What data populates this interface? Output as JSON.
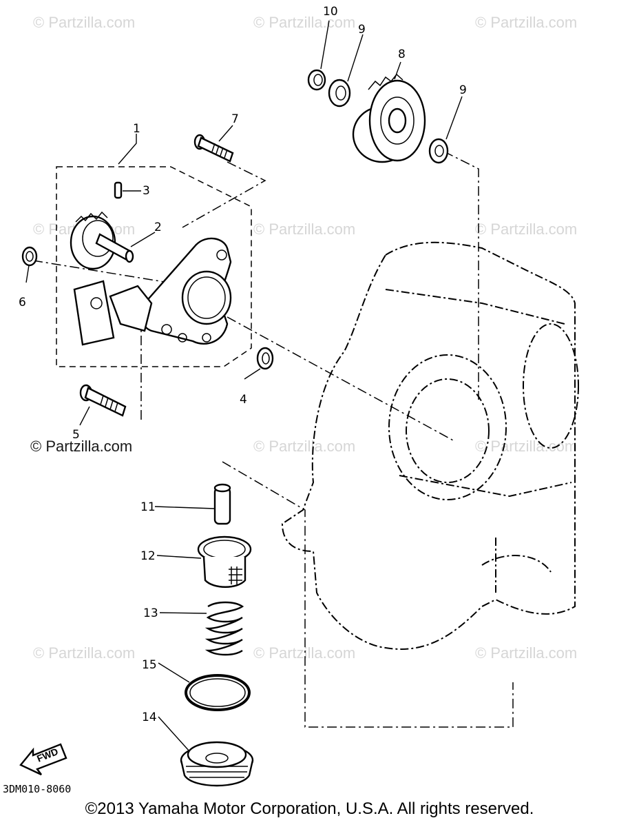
{
  "watermark": "© Partzilla.com",
  "diagram_code": "3DM010-8060",
  "fwd_label": "FWD",
  "copyright": "©2013 Yamaha Motor Corporation, U.S.A. All rights reserved.",
  "callouts": {
    "c1": "1",
    "c2": "2",
    "c3": "3",
    "c4": "4",
    "c5": "5",
    "c6": "6",
    "c7": "7",
    "c8": "8",
    "c9a": "9",
    "c9b": "9",
    "c10": "10",
    "c11": "11",
    "c12": "12",
    "c13": "13",
    "c14": "14",
    "c15": "15"
  }
}
